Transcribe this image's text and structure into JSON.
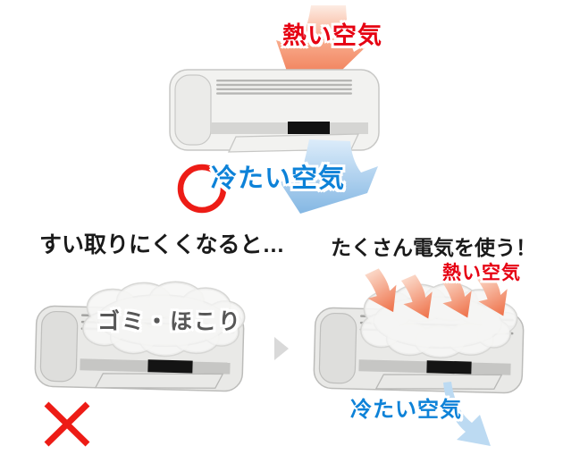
{
  "diagram": {
    "topic": "air-conditioner-airflow-and-dust",
    "clean_unit": {
      "hot_air_label": "熱い空気",
      "cold_air_label": "冷たい空気",
      "mark": "circle-good"
    },
    "dirty_unit": {
      "heading": "すい取りにくくなると…",
      "dust_label": "ゴミ・ほこり",
      "mark": "cross-bad"
    },
    "result_unit": {
      "heading": "たくさん電気を使う！",
      "hot_air_label": "熱い空気",
      "cold_air_label": "冷たい空気"
    },
    "colors": {
      "hot_text": "#e60012",
      "cold_text": "#0d82d8",
      "heading_text": "#1a1a1a",
      "dust_text": "#575757",
      "mark_red": "#ed1c16",
      "hot_arrow": "#ef764e",
      "cold_arrow": "#84b7e3",
      "transition_gray": "#d9d9d9"
    }
  }
}
